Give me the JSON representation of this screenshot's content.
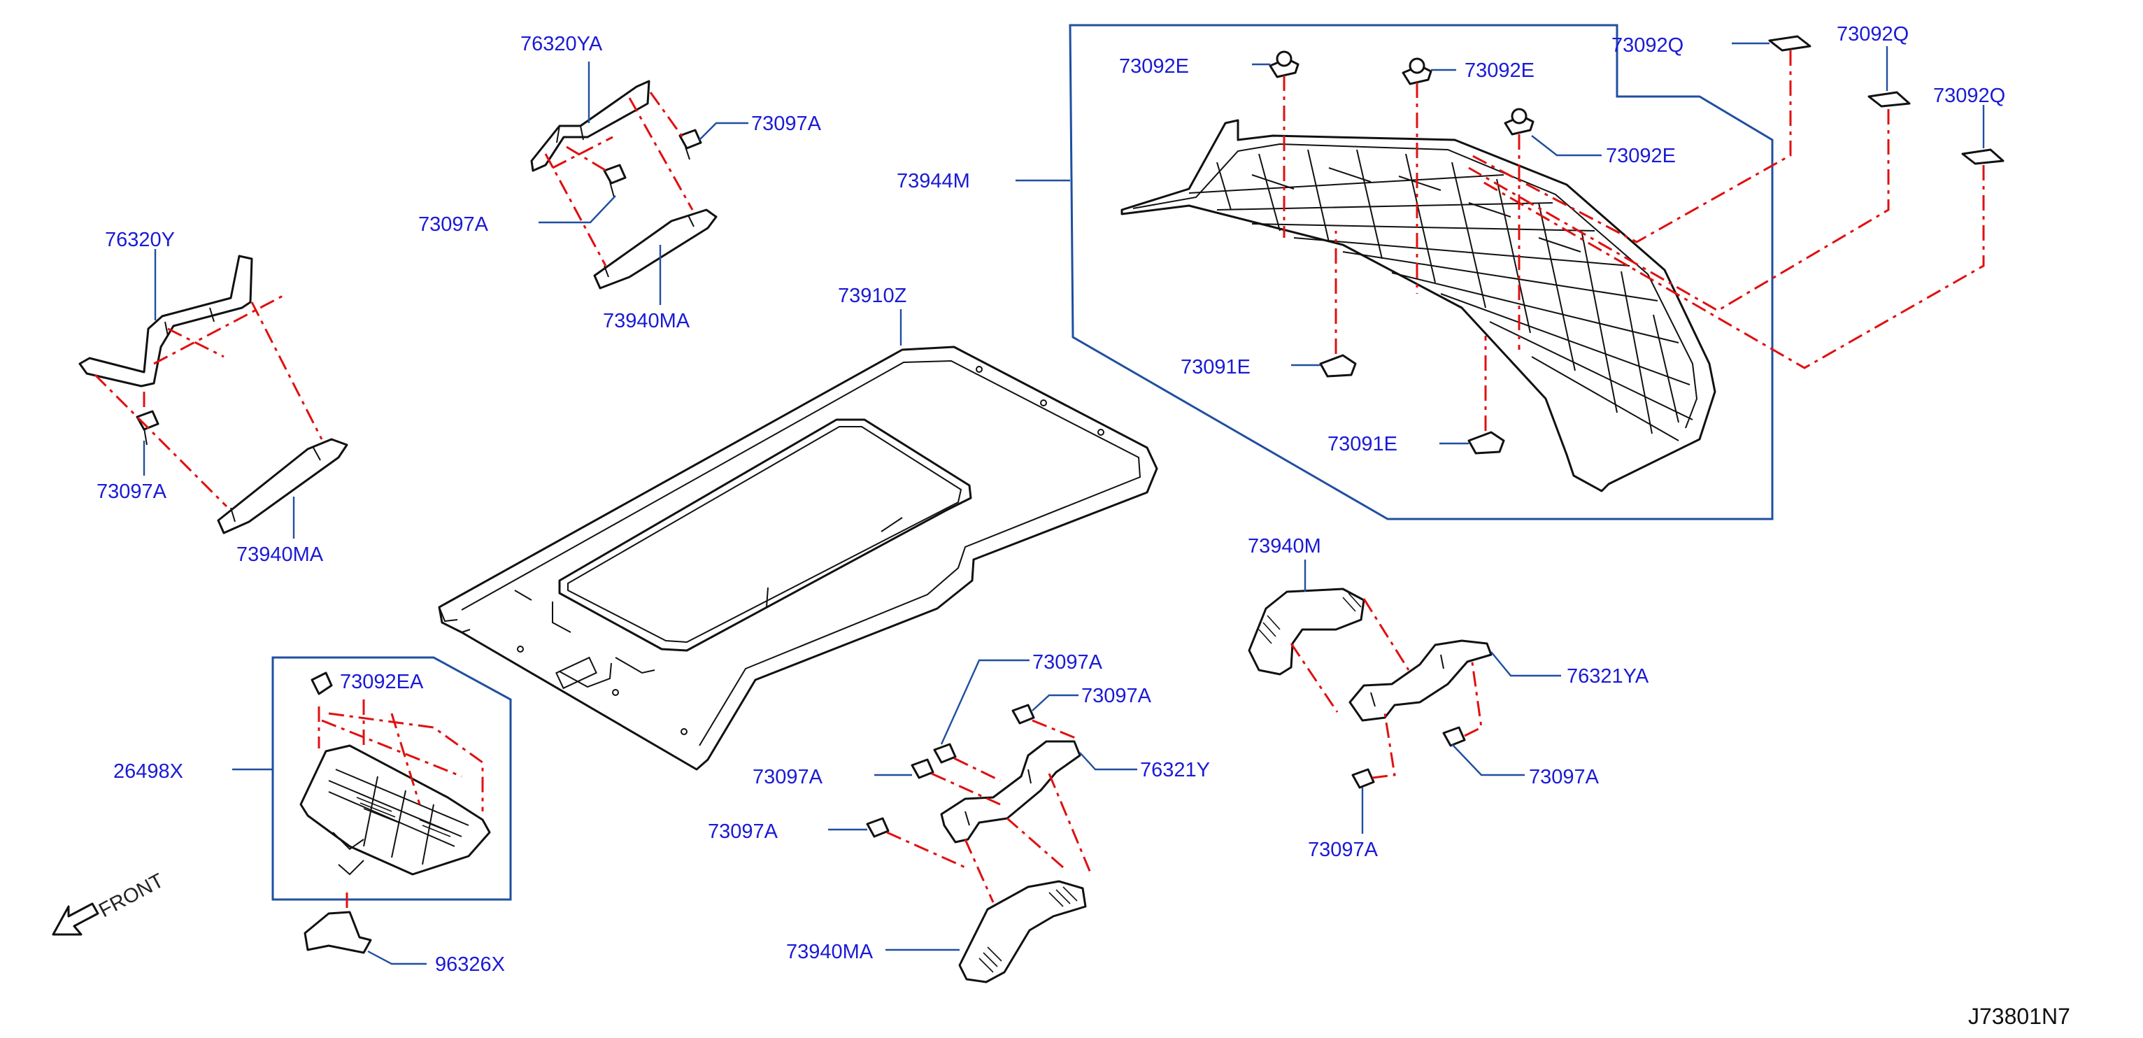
{
  "diagram_code": "J73801N7",
  "front_label": "FRONT",
  "parts": {
    "p76320YA": "76320YA",
    "p73097A_a": "73097A",
    "p73097A_b": "73097A",
    "p73940MA_a": "73940MA",
    "p76320Y": "76320Y",
    "p73097A_c": "73097A",
    "p73940MA_b": "73940MA",
    "p73910Z": "73910Z",
    "p73944M": "73944M",
    "p73092E_a": "73092E",
    "p73092E_b": "73092E",
    "p73092E_c": "73092E",
    "p73092Q_a": "73092Q",
    "p73092Q_b": "73092Q",
    "p73092Q_c": "73092Q",
    "p73091E_a": "73091E",
    "p73091E_b": "73091E",
    "p73092EA": "73092EA",
    "p26498X": "26498X",
    "p96326X": "96326X",
    "p73097A_d": "73097A",
    "p73097A_e": "73097A",
    "p73097A_f": "73097A",
    "p73097A_g": "73097A",
    "p76321Y": "76321Y",
    "p73940MA_c": "73940MA",
    "p73940M": "73940M",
    "p76321YA": "76321YA",
    "p73097A_h": "73097A",
    "p73097A_i": "73097A"
  },
  "colors": {
    "label": "#1a1ad6",
    "leader": "#1f4fa0",
    "dash": "#e01010",
    "line": "#111111"
  }
}
